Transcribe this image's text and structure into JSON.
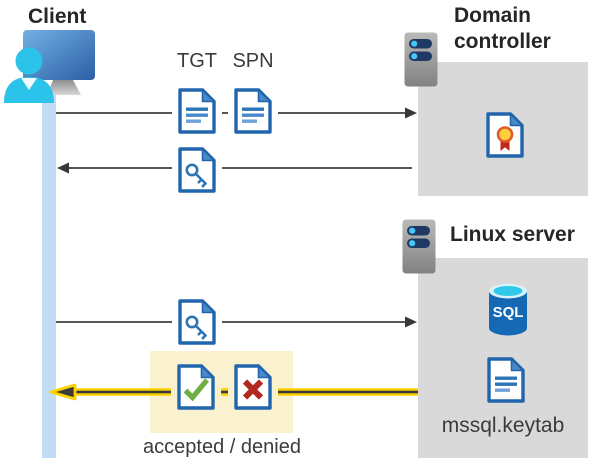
{
  "diagram": {
    "client": {
      "label": "Client"
    },
    "domain_controller": {
      "label": "Domain controller"
    },
    "linux_server": {
      "label": "Linux server"
    },
    "labels": {
      "tgt": "TGT",
      "spn": "SPN",
      "sql": "SQL",
      "keytab": "mssql.keytab",
      "result": "accepted / denied"
    },
    "icons": {
      "client": "user-at-monitor-icon",
      "domain_controller": "server-rack-icon",
      "linux_server": "server-rack-icon",
      "tgt": "document-icon",
      "spn": "document-icon",
      "service_ticket": "key-document-icon",
      "certificate": "certificate-document-icon",
      "database": "sql-database-cylinder-icon",
      "keytab_file": "document-icon",
      "accepted": "check-document-icon",
      "denied": "cross-document-icon"
    },
    "colors": {
      "document_blue": "#2165ad",
      "fold_blue": "#4a8ac9",
      "person_cyan": "#2bc3ea",
      "timeline_blue": "#c2dcf6",
      "panel_gray": "#d9d9d9",
      "arrow_gray": "#4f4f4f",
      "highlight_yellow": "#faf2cf",
      "arrow_gold": "#ffd100",
      "check_green": "#70ad47",
      "cross_red": "#b3281e",
      "sql_blue": "#1568b3"
    }
  }
}
